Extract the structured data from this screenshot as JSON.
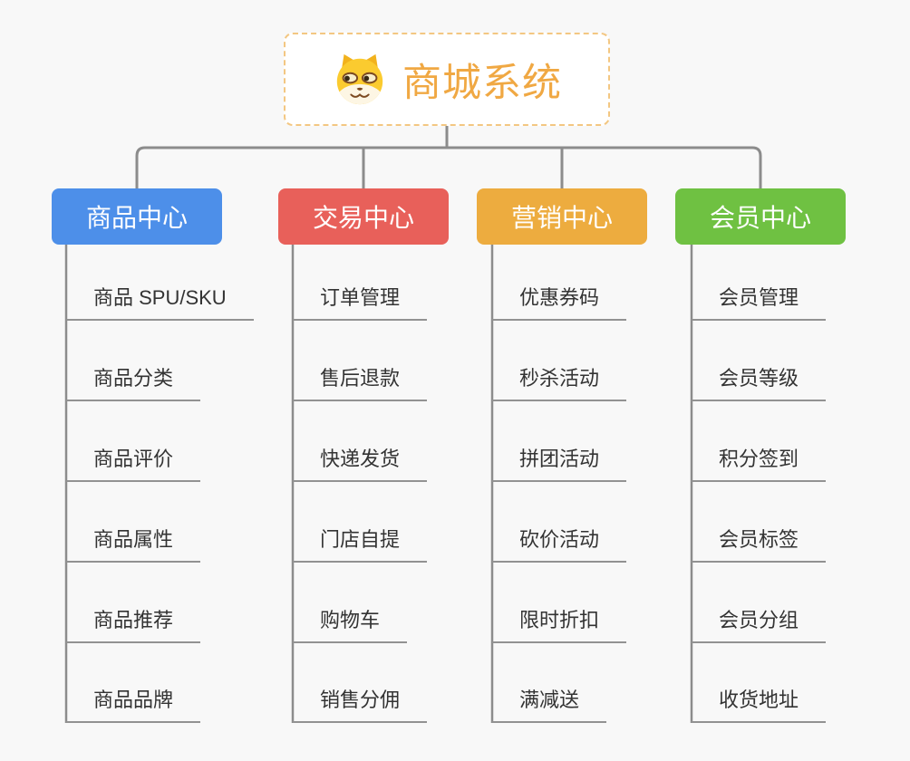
{
  "root": {
    "title": "商城系统",
    "icon": "shiba-dog-icon"
  },
  "branches": [
    {
      "label": "商品中心",
      "color": "#4D8FE9",
      "children": [
        "商品 SPU/SKU",
        "商品分类",
        "商品评价",
        "商品属性",
        "商品推荐",
        "商品品牌"
      ]
    },
    {
      "label": "交易中心",
      "color": "#E8605A",
      "children": [
        "订单管理",
        "售后退款",
        "快递发货",
        "门店自提",
        "购物车",
        "销售分佣"
      ]
    },
    {
      "label": "营销中心",
      "color": "#EDAC3F",
      "children": [
        "优惠券码",
        "秒杀活动",
        "拼团活动",
        "砍价活动",
        "限时折扣",
        "满减送"
      ]
    },
    {
      "label": "会员中心",
      "color": "#6FC142",
      "children": [
        "会员管理",
        "会员等级",
        "积分签到",
        "会员标签",
        "会员分组",
        "收货地址"
      ]
    }
  ],
  "colors": {
    "connector": "#8c8c8c",
    "leaf-line": "#929292",
    "leaf-text": "#333333",
    "root-text": "#F0A843",
    "root-border": "#F3C782",
    "background": "#F8F8F8"
  }
}
